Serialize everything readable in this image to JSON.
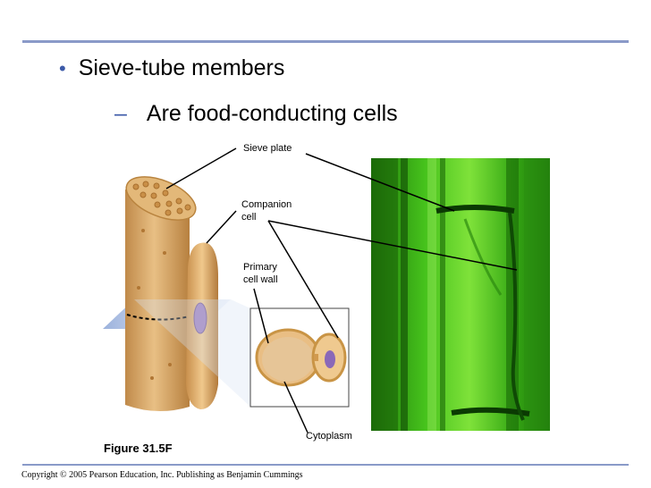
{
  "slide": {
    "bullet": "Sieve-tube members",
    "sub_bullet": "Are food-conducting cells",
    "figure_caption": "Figure  31.5F",
    "copyright": "Copyright © 2005 Pearson Education, Inc. Publishing as Benjamin Cummings"
  },
  "labels": {
    "sieve_plate": "Sieve plate",
    "companion_cell_1": "Companion",
    "companion_cell_2": "cell",
    "primary_wall_1": "Primary",
    "primary_wall_2": "cell wall",
    "cytoplasm": "Cytoplasm"
  },
  "colors": {
    "rule": "#8a9ac8",
    "bullet": "#3c5aa8",
    "tube": "#d9a868",
    "micrograph": "#3fbf1a"
  }
}
